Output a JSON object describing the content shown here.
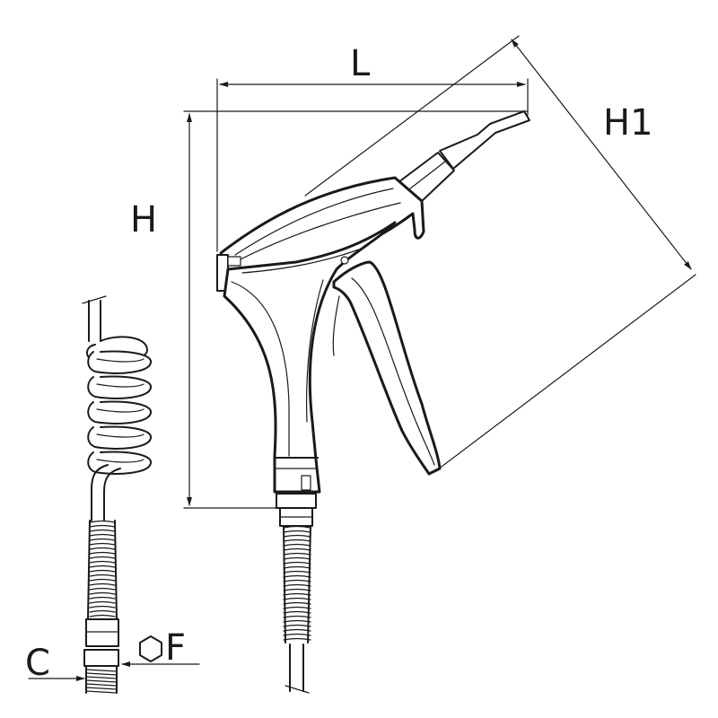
{
  "dimensions": {
    "length": "L",
    "height": "H",
    "height_diag": "H1",
    "connection": "C",
    "hex": "F"
  },
  "colors": {
    "line": "#1a1a1a",
    "background": "#ffffff"
  }
}
